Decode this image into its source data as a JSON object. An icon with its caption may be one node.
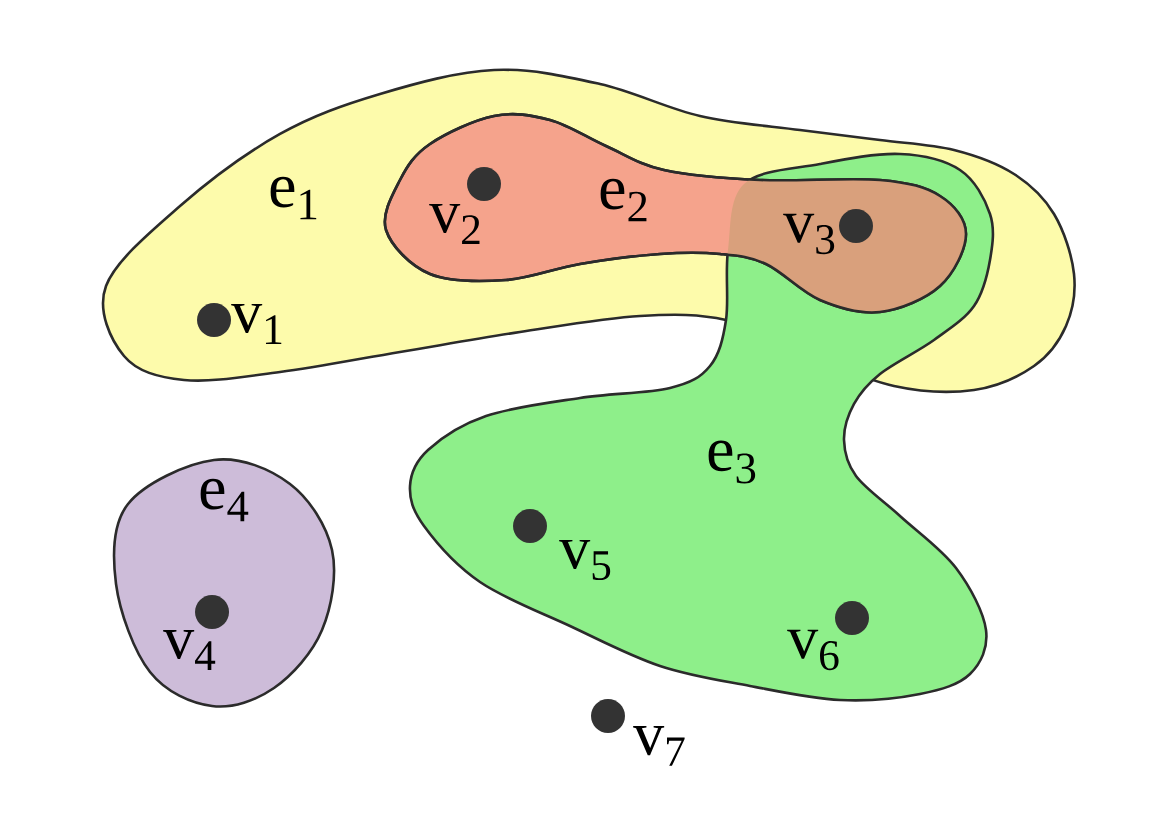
{
  "diagram": {
    "nodes": [
      {
        "text": [
          "e$_{1}$"
        ]
      },
      {
        "text": [
          "e$_{2}$"
        ],
        "in": 0
      },
      {
        "text": [
          "e$_{3}$"
        ]
      },
      {
        "text": [
          "e$_{4}$"
        ]
      },
      {
        "text": [],
        "shape": "circle",
        "beside": [
          "v$_{1}$"
        ],
        "in": 0
      },
      {
        "text": [],
        "shape": "circle",
        "beside": [
          "v$_{2}$"
        ],
        "in": 1
      },
      {
        "text": [],
        "shape": "circle",
        "beside": [
          "v$_{3}$"
        ]
      },
      {
        "text": [],
        "shape": "circle",
        "beside": [
          "v$_{4}$"
        ],
        "in": 3
      },
      {
        "text": [],
        "shape": "circle",
        "beside": [
          "v$_{5}$"
        ],
        "in": 2
      },
      {
        "text": [],
        "shape": "circle",
        "beside": [
          "v$_{6}$"
        ],
        "in": 2
      },
      {
        "text": [],
        "shape": "circle",
        "beside": [
          "v$_{7}$"
        ]
      }
    ]
  }
}
